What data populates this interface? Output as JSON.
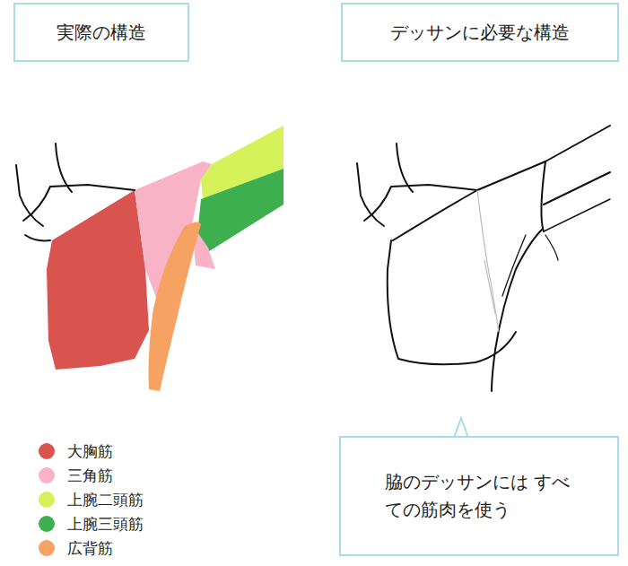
{
  "diagram": {
    "nodes": [
      {
        "text": [
          "実際の構造"
        ]
      },
      {
        "text": [
          "デッサンに必要な構造"
        ]
      },
      {
        "text": [
          "脇のデッサンには すべての筋肉を使う"
        ]
      }
    ],
    "legend": [
      {
        "text": "大胸筋",
        "color": "#d9534f"
      },
      {
        "text": "三角筋",
        "color": "#f8b4c6"
      },
      {
        "text": "上腕二頭筋",
        "color": "#d6f25a"
      },
      {
        "text": "上腕三頭筋",
        "color": "#3daf4f"
      },
      {
        "text": "広背筋",
        "color": "#f5a262"
      }
    ]
  }
}
